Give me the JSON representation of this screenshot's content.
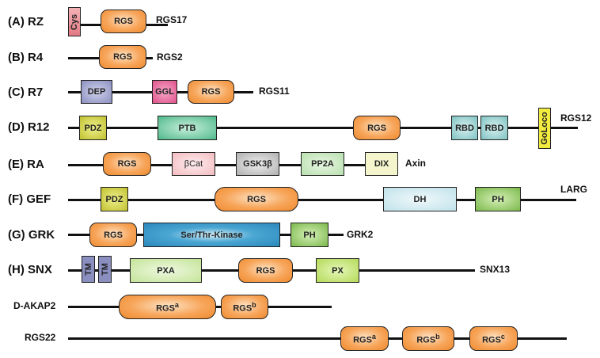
{
  "rows": [
    {
      "family": "(A) RZ",
      "protein": "RGS17",
      "domains": [
        {
          "label": "Cys",
          "type": "cys"
        },
        {
          "label": "RGS",
          "type": "rgs"
        }
      ]
    },
    {
      "family": "(B) R4",
      "protein": "RGS2",
      "domains": [
        {
          "label": "RGS",
          "type": "rgs"
        }
      ]
    },
    {
      "family": "(C) R7",
      "protein": "RGS11",
      "domains": [
        {
          "label": "DEP",
          "type": "dep"
        },
        {
          "label": "GGL",
          "type": "ggl"
        },
        {
          "label": "RGS",
          "type": "rgs"
        }
      ]
    },
    {
      "family": "(D) R12",
      "protein": "RGS12",
      "domains": [
        {
          "label": "PDZ",
          "type": "pdz"
        },
        {
          "label": "PTB",
          "type": "ptb"
        },
        {
          "label": "RGS",
          "type": "rgs"
        },
        {
          "label": "RBD",
          "type": "rbd"
        },
        {
          "label": "RBD",
          "type": "rbd"
        },
        {
          "label": "GoLoco",
          "type": "goloco"
        }
      ]
    },
    {
      "family": "(E) RA",
      "protein": "Axin",
      "domains": [
        {
          "label": "RGS",
          "type": "rgs"
        },
        {
          "label": "βCat",
          "type": "bcat"
        },
        {
          "label": "GSK3β",
          "type": "gsk"
        },
        {
          "label": "PP2A",
          "type": "pp2a"
        },
        {
          "label": "DIX",
          "type": "dix"
        }
      ]
    },
    {
      "family": "(F) GEF",
      "protein": "LARG",
      "domains": [
        {
          "label": "PDZ",
          "type": "pdz"
        },
        {
          "label": "RGS",
          "type": "rgs"
        },
        {
          "label": "DH",
          "type": "dh"
        },
        {
          "label": "PH",
          "type": "ph"
        }
      ]
    },
    {
      "family": "(G) GRK",
      "protein": "GRK2",
      "domains": [
        {
          "label": "RGS",
          "type": "rgs"
        },
        {
          "label": "Ser/Thr-Kinase",
          "type": "kinase"
        },
        {
          "label": "PH",
          "type": "ph"
        }
      ]
    },
    {
      "family": "(H) SNX",
      "protein": "SNX13",
      "domains": [
        {
          "label": "TM",
          "type": "tm"
        },
        {
          "label": "TM",
          "type": "tm"
        },
        {
          "label": "PXA",
          "type": "pxa"
        },
        {
          "label": "RGS",
          "type": "rgs"
        },
        {
          "label": "PX",
          "type": "px"
        }
      ]
    },
    {
      "family": "D-AKAP2",
      "protein": "",
      "domains": [
        {
          "label": "RGS",
          "sup": "a",
          "type": "rgs"
        },
        {
          "label": "RGS",
          "sup": "b",
          "type": "rgs"
        }
      ]
    },
    {
      "family": "RGS22",
      "protein": "",
      "domains": [
        {
          "label": "RGS",
          "sup": "a",
          "type": "rgs"
        },
        {
          "label": "RGS",
          "sup": "b",
          "type": "rgs"
        },
        {
          "label": "RGS",
          "sup": "c",
          "type": "rgs"
        }
      ]
    }
  ],
  "colors": {
    "rgs": "#f39a48",
    "cys": "#e88c94",
    "dep": "#8a8fc0",
    "ggl": "#e0508a",
    "pdz": "#c8c83a",
    "ptb": "#52b98e",
    "rbd": "#7ec2c2",
    "goloco": "#f2ec40",
    "bcat": "#f6c9cc",
    "gsk": "#b8b8b8",
    "pp2a": "#bfe4b4",
    "dix": "#f2f3c8",
    "dh": "#c6e6ee",
    "ph": "#86c25a",
    "kinase": "#2f8fc0",
    "tm": "#8a8fc0",
    "pxa": "#c6e69a",
    "px": "#b8de5c"
  }
}
